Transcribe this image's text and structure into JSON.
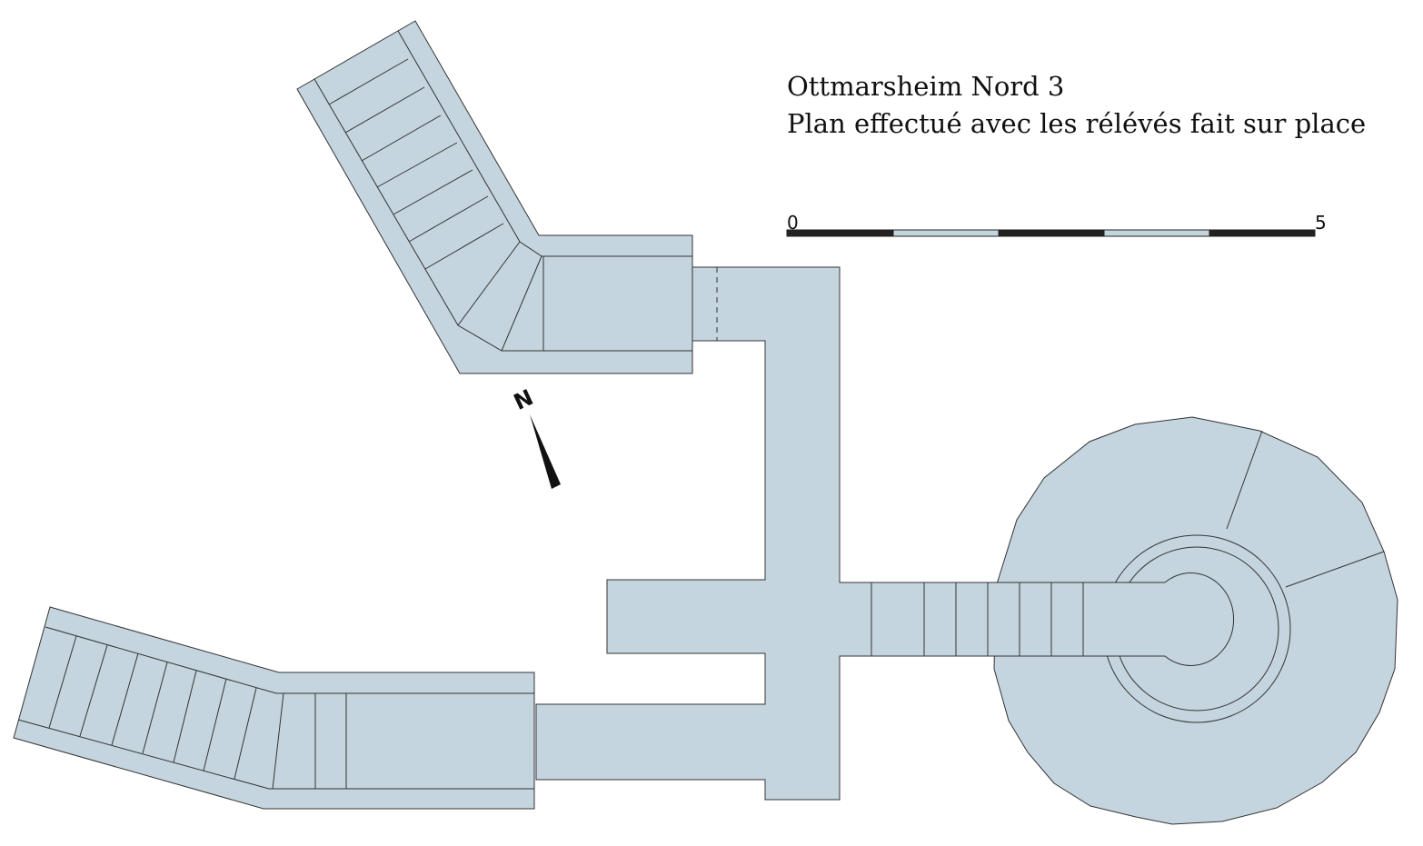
{
  "title": {
    "line1": "Ottmarsheim Nord 3",
    "line2": "Plan effectué avec les rélévés fait sur place"
  },
  "scale_bar": {
    "start_label": "0",
    "end_label": "5",
    "segments": 5,
    "colors": [
      "#222222",
      "#c5d5df"
    ]
  },
  "north_arrow": {
    "label": "N",
    "icon": "north-arrow-icon"
  },
  "colors": {
    "structure_fill": "#c5d5df",
    "outline": "#333333",
    "background": "#ffffff"
  }
}
